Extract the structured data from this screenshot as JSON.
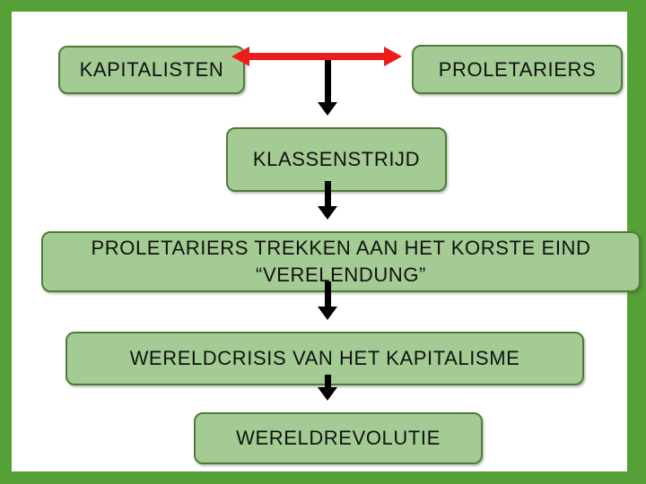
{
  "diagram": {
    "language": "nl",
    "nodes": {
      "kapitalisten": {
        "label": "KAPITALISTEN"
      },
      "proletariers": {
        "label": "PROLETARIERS"
      },
      "klassenstrijd": {
        "label": "KLASSENSTRIJD"
      },
      "verelendung": {
        "line1": "PROLETARIERS TREKKEN AAN HET KORSTE EIND",
        "line2": "“VERELENDUNG”"
      },
      "wereldcrisis": {
        "label": "WERELDCRISIS VAN HET KAPITALISME"
      },
      "wereldrevolutie": {
        "label": "WERELDREVOLUTIE"
      }
    },
    "edges": [
      {
        "from": "kapitalisten",
        "to": "proletariers",
        "type": "double-headed",
        "color_key": "arrow_red"
      },
      {
        "from": "kapitalisten-proletariers",
        "to": "klassenstrijd",
        "type": "single",
        "color_key": "arrow_black"
      },
      {
        "from": "klassenstrijd",
        "to": "verelendung",
        "type": "single",
        "color_key": "arrow_black"
      },
      {
        "from": "verelendung",
        "to": "wereldcrisis",
        "type": "single",
        "color_key": "arrow_black"
      },
      {
        "from": "wereldcrisis",
        "to": "wereldrevolutie",
        "type": "single",
        "color_key": "arrow_black"
      }
    ],
    "colors": {
      "frame_green": "#55a037",
      "canvas_white": "#ffffff",
      "node_fill": "#a3cb93",
      "node_border": "#4e7c38",
      "arrow_red": "#ed1c1c",
      "arrow_black": "#000000",
      "text": "#111111"
    }
  }
}
